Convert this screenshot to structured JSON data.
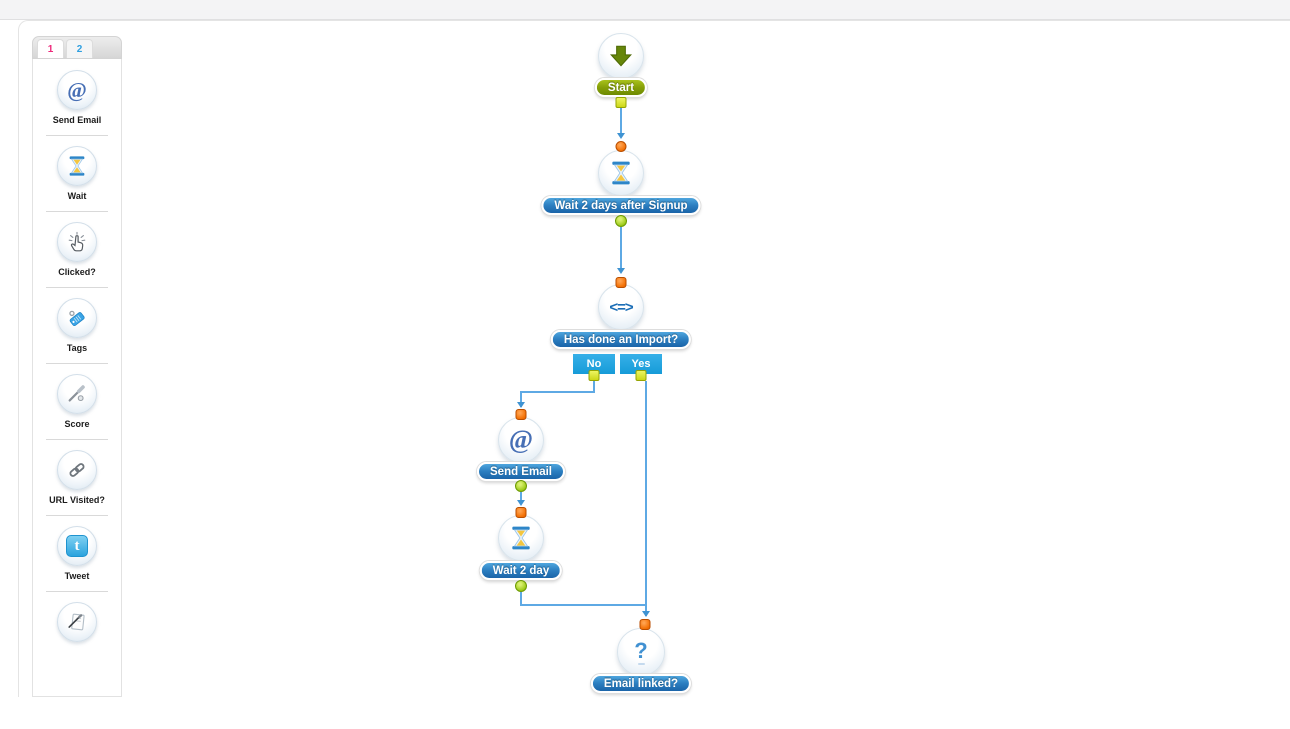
{
  "palette": {
    "tab1_label": "1",
    "tab2_label": "2",
    "items": [
      {
        "label": "Send Email"
      },
      {
        "label": "Wait"
      },
      {
        "label": "Clicked?"
      },
      {
        "label": "Tags"
      },
      {
        "label": "Score"
      },
      {
        "label": "URL Visited?"
      },
      {
        "label": "Tweet"
      },
      {
        "label": ""
      }
    ]
  },
  "flow": {
    "start": {
      "label": "Start"
    },
    "wait_after_signup": {
      "label": "Wait 2 days after Signup"
    },
    "import_decision": {
      "label": "Has done an Import?",
      "no_label": "No",
      "yes_label": "Yes"
    },
    "send_email": {
      "label": "Send Email"
    },
    "wait_2_day": {
      "label": "Wait 2 day"
    },
    "email_linked": {
      "label": "Email linked?"
    },
    "glyphs": {
      "at": "@",
      "compare": "<=>",
      "question": "?"
    }
  },
  "colors": {
    "pill_blue": "#2b7ec0",
    "pill_green": "#869f08",
    "branch_cyan": "#23a5e3",
    "connector_orange": "#f47206",
    "connector_green": "#97c611",
    "connector_yellow": "#ccd718",
    "line_blue": "#5ea9e4",
    "tab1_color": "#ee2a7b",
    "tab2_color": "#2e9fe0"
  }
}
